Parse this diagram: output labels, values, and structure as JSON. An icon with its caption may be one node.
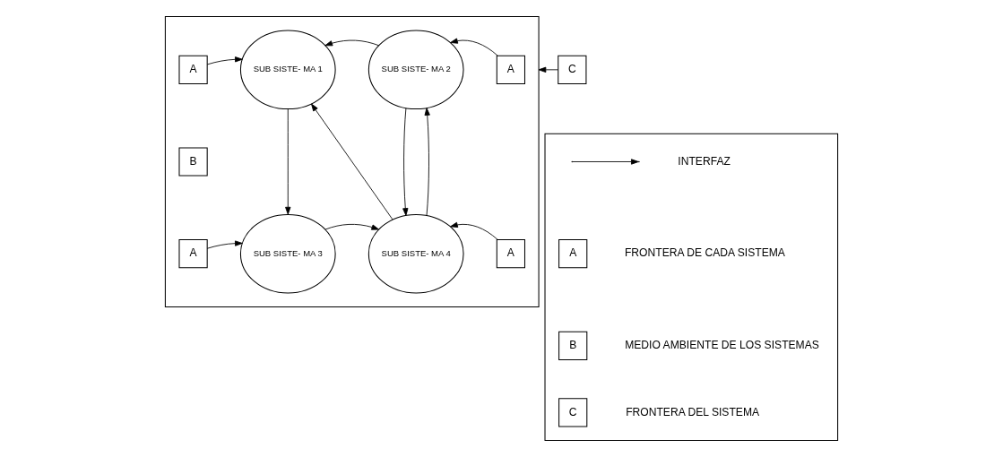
{
  "diagram": {
    "nodes": [
      {
        "text": [],
        "shape": "box"
      },
      {
        "text": [
          "SUB SISTE- MA 1"
        ],
        "in": 0
      },
      {
        "text": [
          "SUB SISTE- MA 2"
        ],
        "in": 0
      },
      {
        "text": [
          "SUB SISTE- MA 3"
        ],
        "in": 0
      },
      {
        "text": [
          "SUB SISTE- MA 4"
        ],
        "in": 0
      },
      {
        "text": [
          "A"
        ],
        "in": 0
      },
      {
        "text": [
          "A"
        ],
        "in": 0
      },
      {
        "text": [
          "B"
        ],
        "in": 0
      },
      {
        "text": [
          "A"
        ],
        "in": 0
      },
      {
        "text": [
          "A"
        ],
        "in": 0
      },
      {
        "text": [
          "C"
        ]
      },
      {
        "text": [],
        "shape": "box"
      },
      {
        "text": [
          "A"
        ],
        "in": 11
      },
      {
        "text": [
          "B"
        ],
        "in": 11
      },
      {
        "text": [
          "C"
        ],
        "in": 11
      }
    ],
    "edges": [
      {
        "from": 5,
        "to": 1,
        "arrow": "to"
      },
      {
        "from": 2,
        "to": 1,
        "arrow": "to"
      },
      {
        "from": 4,
        "to": 1,
        "arrow": "to"
      },
      {
        "from": 1,
        "to": 3,
        "arrow": "to"
      },
      {
        "from": 2,
        "to": 4,
        "arrow": "to"
      },
      {
        "from": 4,
        "to": 2,
        "arrow": "to"
      },
      {
        "from": 3,
        "to": 4,
        "arrow": "to"
      },
      {
        "from": 6,
        "to": 2,
        "arrow": "to"
      },
      {
        "from": 8,
        "to": 3,
        "arrow": "to"
      },
      {
        "from": 9,
        "to": 4,
        "arrow": "to"
      },
      {
        "from": 10,
        "to": 0,
        "arrow": "to"
      }
    ],
    "legend": [
      {
        "text": "INTERFAZ"
      },
      {
        "text": "FRONTERA DE CADA SISTEMA"
      },
      {
        "text": "MEDIO AMBIENTE DE LOS SISTEMAS"
      },
      {
        "text": "FRONTERA DEL SISTEMA"
      }
    ]
  }
}
